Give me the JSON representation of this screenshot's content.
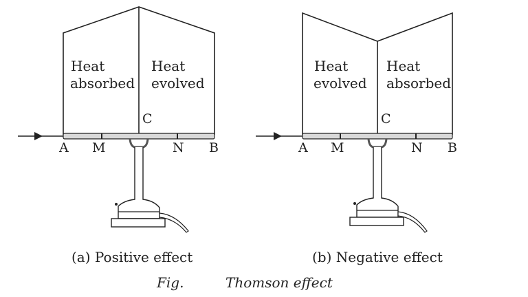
{
  "figure": {
    "label": "Fig.",
    "title": "Thomson effect"
  },
  "panel_a": {
    "caption": "(a) Positive effect",
    "left_region": {
      "line1": "Heat",
      "line2": "absorbed"
    },
    "right_region": {
      "line1": "Heat",
      "line2": "evolved"
    },
    "points": {
      "A": "A",
      "M": "M",
      "C": "C",
      "N": "N",
      "B": "B"
    },
    "shape": "peak-at-center"
  },
  "panel_b": {
    "caption": "(b) Negative effect",
    "left_region": {
      "line1": "Heat",
      "line2": "evolved"
    },
    "right_region": {
      "line1": "Heat",
      "line2": "absorbed"
    },
    "points": {
      "A": "A",
      "M": "M",
      "C": "C",
      "N": "N",
      "B": "B"
    },
    "shape": "valley-at-center"
  },
  "colors": {
    "line": "#222222",
    "rod_fill": "#d9d9d9",
    "text": "#222222",
    "background": "#ffffff"
  }
}
